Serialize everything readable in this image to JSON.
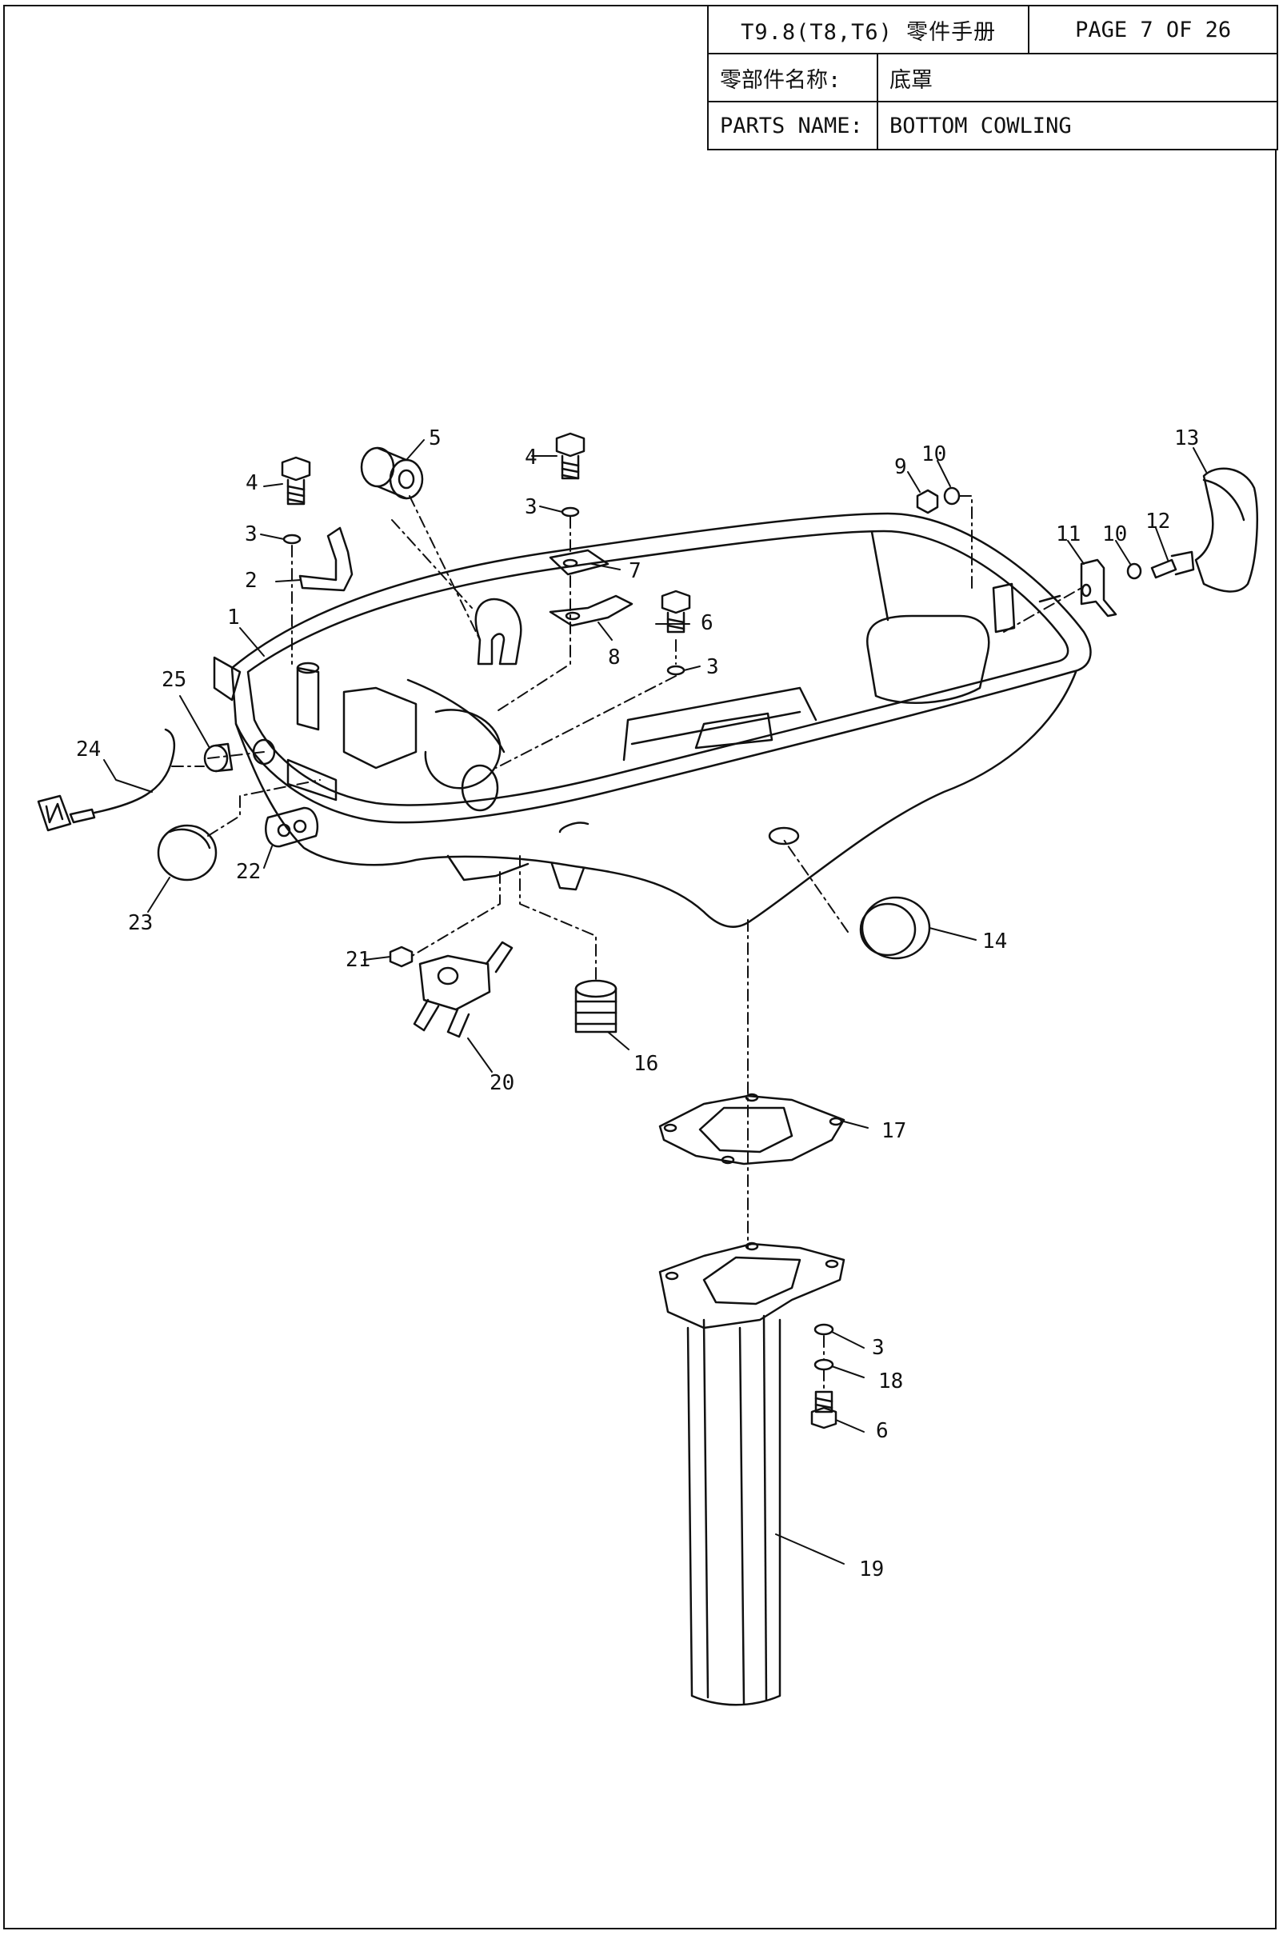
{
  "header": {
    "doc_title": "T9.8(T8,T6) 零件手册",
    "page": "PAGE 7 OF 26",
    "name_label_cn": "零部件名称:",
    "name_value_cn": "底罩",
    "name_label_en": "PARTS NAME:",
    "name_value_en": "BOTTOM COWLING"
  },
  "callouts": {
    "c1": "1",
    "c2": "2",
    "c3a": "3",
    "c3b": "3",
    "c3c": "3",
    "c3d": "3",
    "c4a": "4",
    "c4b": "4",
    "c5": "5",
    "c6a": "6",
    "c6b": "6",
    "c7": "7",
    "c8": "8",
    "c9": "9",
    "c10a": "10",
    "c10b": "10",
    "c11": "11",
    "c12": "12",
    "c13": "13",
    "c14": "14",
    "c16": "16",
    "c17": "17",
    "c18": "18",
    "c19": "19",
    "c20": "20",
    "c21": "21",
    "c22": "22",
    "c23": "23",
    "c24": "24",
    "c25": "25"
  }
}
